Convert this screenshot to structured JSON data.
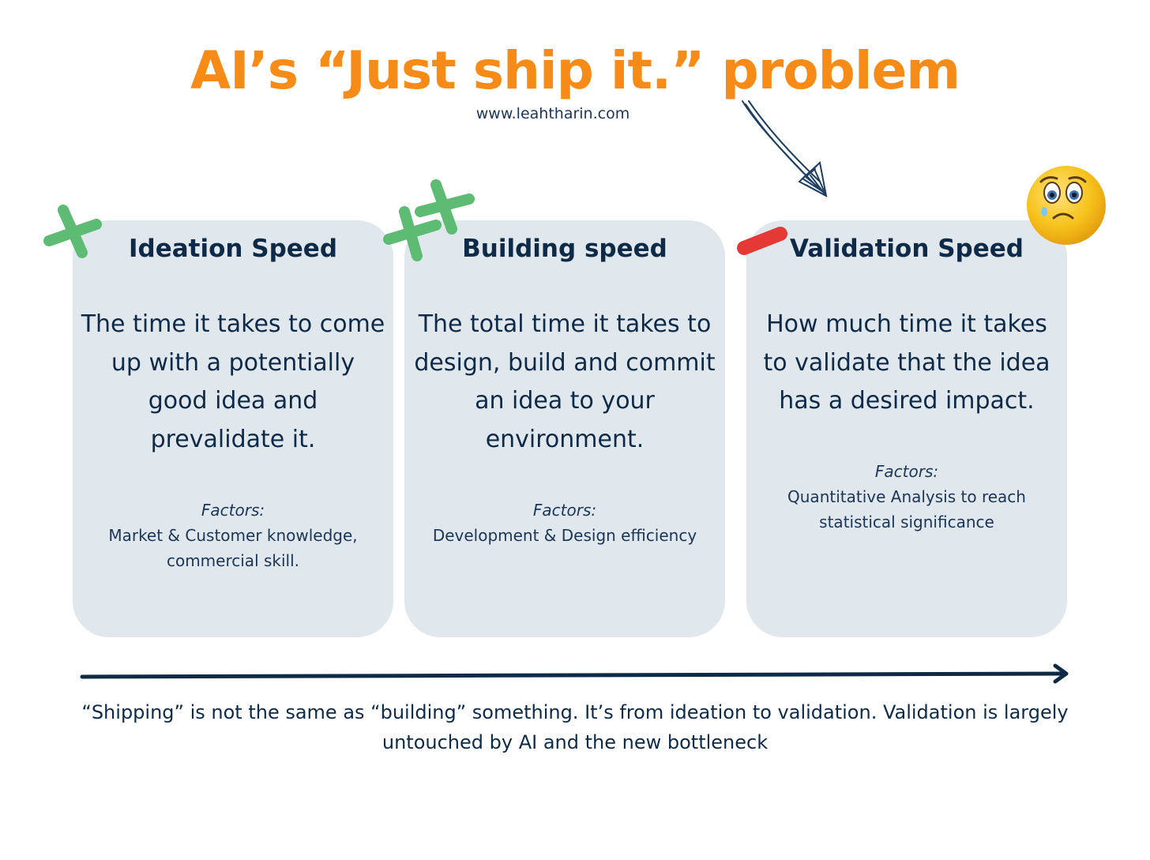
{
  "header": {
    "title": "AI’s “Just ship it.” problem",
    "website": "www.leahtharin.com"
  },
  "colors": {
    "title": "#f78b17",
    "card_bg": "#e0e8ee",
    "text": "#0e2a47",
    "check_green": "#5dbb73",
    "minus_red": "#e53935",
    "arrow": "#0e2a47",
    "emoji": "#f6c21b"
  },
  "cards": [
    {
      "title": "Ideation Speed",
      "description": "The time it takes to come up with a potentially good idea and prevalidate it.",
      "factors_label": "Factors:",
      "factors": "Market & Customer knowledge, commercial skill.",
      "marker": "plus-mark-icon"
    },
    {
      "title": "Building speed",
      "description": "The total time it takes to design, build and commit an idea to your environment.",
      "factors_label": "Factors:",
      "factors": "Development & Design efficiency",
      "marker": "double-plus-mark-icon"
    },
    {
      "title": "Validation Speed",
      "description": "How much time it takes to validate that the idea has a desired impact.",
      "factors_label": "Factors:",
      "factors": "Quantitative Analysis to reach statistical significance",
      "marker": "minus-mark-icon"
    }
  ],
  "icons": {
    "pointer": "hand-drawn-arrow-icon",
    "emoji": "worried-face-icon",
    "timeline": "timeline-arrow-icon"
  },
  "caption": "“Shipping” is not the same as “building” something. It’s from ideation to validation. Validation is largely untouched by AI and the new bottleneck"
}
